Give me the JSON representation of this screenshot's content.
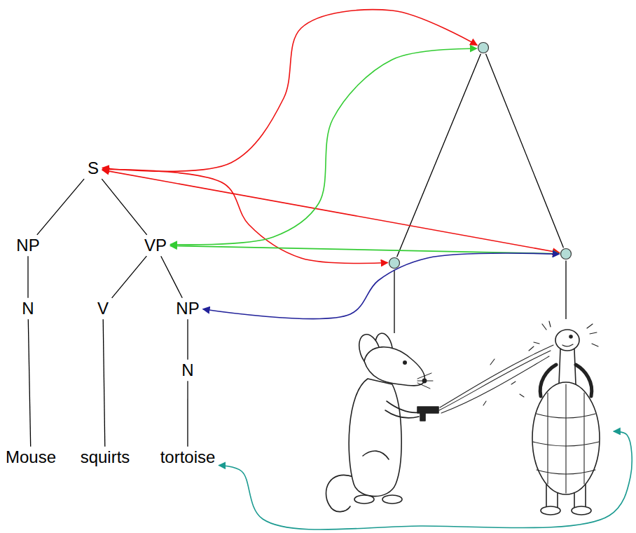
{
  "diagram": {
    "nodes": [
      {
        "text": [
          "S"
        ]
      },
      {
        "text": [
          "NP"
        ]
      },
      {
        "text": [
          "VP"
        ]
      },
      {
        "text": [
          "N"
        ]
      },
      {
        "text": [
          "V"
        ]
      },
      {
        "text": [
          "NP"
        ]
      },
      {
        "text": [
          "N"
        ]
      },
      {
        "text": [
          "Mouse"
        ]
      },
      {
        "text": [
          "squirts"
        ]
      },
      {
        "text": [
          "tortoise"
        ]
      },
      {
        "text": []
      },
      {
        "text": []
      },
      {
        "text": []
      },
      {
        "text": []
      },
      {
        "text": []
      }
    ],
    "edges": [
      {
        "from": 0,
        "to": 1,
        "arrow": "none"
      },
      {
        "from": 0,
        "to": 2,
        "arrow": "none"
      },
      {
        "from": 1,
        "to": 3,
        "arrow": "none"
      },
      {
        "from": 2,
        "to": 4,
        "arrow": "none"
      },
      {
        "from": 2,
        "to": 5,
        "arrow": "none"
      },
      {
        "from": 3,
        "to": 7,
        "arrow": "none"
      },
      {
        "from": 4,
        "to": 8,
        "arrow": "none"
      },
      {
        "from": 5,
        "to": 6,
        "arrow": "none"
      },
      {
        "from": 6,
        "to": 9,
        "arrow": "none"
      },
      {
        "from": 10,
        "to": 11,
        "arrow": "none"
      },
      {
        "from": 10,
        "to": 12,
        "arrow": "none"
      },
      {
        "from": 11,
        "to": 13,
        "arrow": "none"
      },
      {
        "from": 12,
        "to": 14,
        "arrow": "none"
      },
      {
        "from": 0,
        "to": 10,
        "arrow": "both"
      },
      {
        "from": 0,
        "to": 12,
        "arrow": "both"
      },
      {
        "from": 0,
        "to": 11,
        "arrow": "both"
      },
      {
        "from": 2,
        "to": 10,
        "arrow": "both"
      },
      {
        "from": 2,
        "to": 12,
        "arrow": "both"
      },
      {
        "from": 5,
        "to": 12,
        "arrow": "both"
      },
      {
        "from": 9,
        "to": 14,
        "arrow": "both"
      }
    ]
  }
}
